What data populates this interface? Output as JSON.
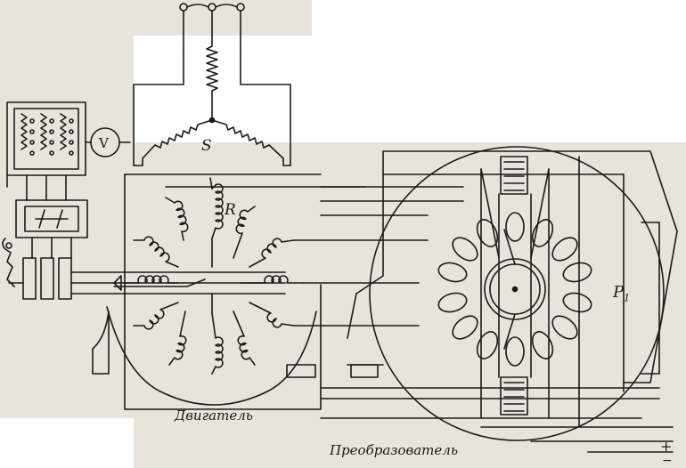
{
  "labels": {
    "motor": "Двигатель",
    "converter": "Преобразователь",
    "stator_winding": "S",
    "rotor_winding": "R",
    "brushes": "P",
    "brushes_sub": "1",
    "voltmeter": "V",
    "dc_plus": "+",
    "dc_minus": "−"
  },
  "colors": {
    "ink": "#1a1a1a",
    "paper": "#e8e4dc",
    "background": "#ffffff"
  }
}
